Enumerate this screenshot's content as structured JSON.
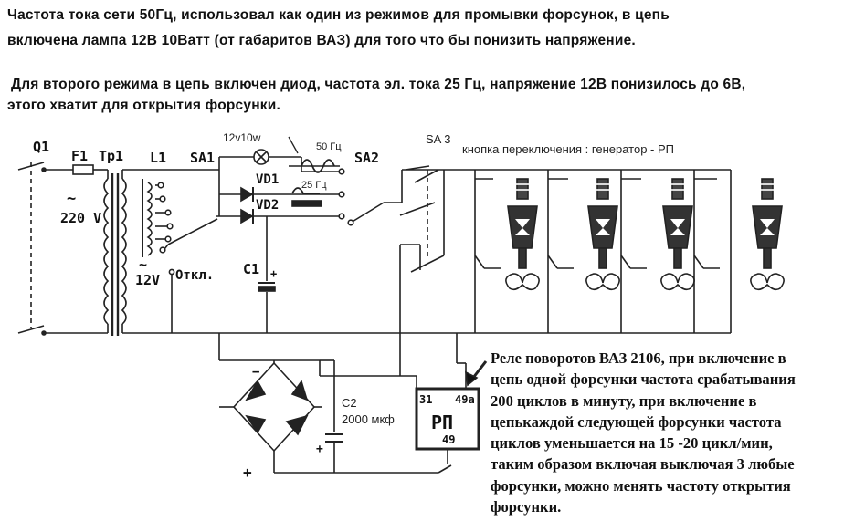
{
  "header": {
    "line1": "Частота тока сети 50Гц, использовал как один из режимов для промывки форсунок, в цепь",
    "line2": "включена лампа 12В 10Ватт (от габаритов ВАЗ) для того что бы понизить напряжение.",
    "line3": "Для второго режима в цепь включен диод, частота эл. тока 25 Гц, напряжение 12В понизилось до 6В,",
    "line4": "этого хватит для открытия форсунки."
  },
  "schematic": {
    "labels": {
      "q1": "Q1",
      "f1": "F1",
      "tr1": "Tp1",
      "l1": "L1",
      "sa1": "SA1",
      "sa2": "SA2",
      "sa3": "SA 3",
      "lamp": "12v10w",
      "vd1": "VD1",
      "vd2": "VD2",
      "c1": "C1",
      "c2": "C2",
      "c2_value": "2000 мкф",
      "freq50": "50 Гц",
      "freq25": "25 Гц",
      "ac_symbol": "~",
      "mains": "220 V",
      "out_ac": "~",
      "out_v": "12V",
      "off": "Откл.",
      "sa3_caption": "кнопка переключения : генератор - РП",
      "relay_name": "РП",
      "relay_pin31": "31",
      "relay_pin49a": "49а",
      "relay_pin49": "49",
      "plus": "+",
      "minus": "−",
      "c2_plus": "+",
      "c1_plus": "+"
    }
  },
  "note": {
    "lines": [
      "Реле поворотов ВАЗ 2106, при включение в",
      "цепь одной форсунки частота срабатывания",
      "200 циклов в минуту, при включение в",
      "цепькаждой следующей форсунки частота",
      "циклов уменьшается на 15 -20 цикл/мин,",
      "таким образом включая выключая 3 любые",
      "форсунки, можно менять частоту открытия",
      "форсунки."
    ]
  }
}
